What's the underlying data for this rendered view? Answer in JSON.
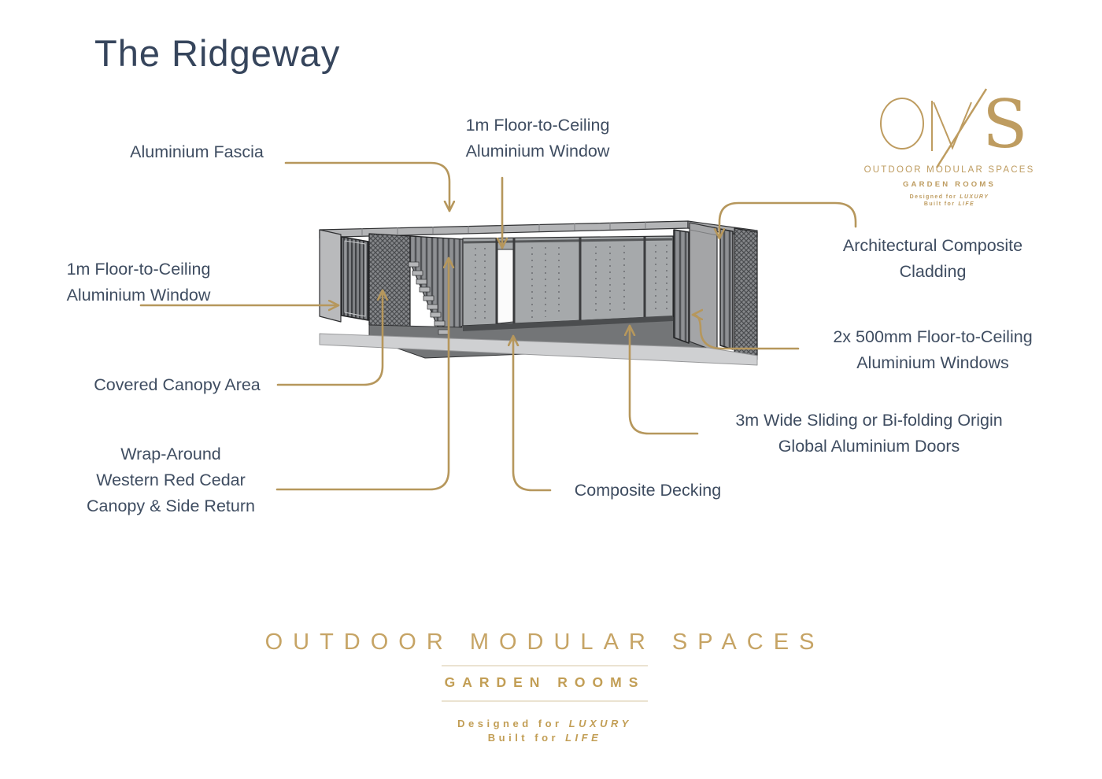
{
  "page": {
    "title": "The Ridgeway"
  },
  "logo": {
    "monogram_s": "S",
    "name": "OUTDOOR MODULAR SPACES",
    "sub": "GARDEN ROOMS",
    "tagline_line1_prefix": "Designed for",
    "tagline_line1_emphasis": "LUXURY",
    "tagline_line2_prefix": "Built for",
    "tagline_line2_emphasis": "LIFE"
  },
  "footer": {
    "name": "OUTDOOR MODULAR SPACES",
    "sub": "GARDEN ROOMS",
    "tagline_line1_prefix": "Designed for",
    "tagline_line1_emphasis": "LUXURY",
    "tagline_line2_prefix": "Built for",
    "tagline_line2_emphasis": "LIFE"
  },
  "diagram": {
    "labels": {
      "fascia": {
        "lines": [
          "Aluminium Fascia"
        ]
      },
      "window_top": {
        "lines": [
          "1m Floor-to-Ceiling",
          "Aluminium Window"
        ]
      },
      "window_left": {
        "lines": [
          "1m Floor-to-Ceiling",
          "Aluminium Window"
        ]
      },
      "canopy": {
        "lines": [
          "Covered Canopy Area"
        ]
      },
      "cedar": {
        "lines": [
          "Wrap-Around",
          "Western Red Cedar",
          "Canopy & Side Return"
        ]
      },
      "decking": {
        "lines": [
          "Composite Decking"
        ]
      },
      "doors": {
        "lines": [
          "3m Wide Sliding or Bi-folding Origin",
          "Global Aluminium Doors"
        ]
      },
      "windows_2x500": {
        "lines": [
          "2x 500mm Floor-to-Ceiling",
          "Aluminium Windows"
        ]
      },
      "cladding": {
        "lines": [
          "Architectural Composite",
          "Cladding"
        ]
      }
    }
  },
  "colors": {
    "accent_gold_leaders": "#B6975C",
    "brand_gold": "#C29E55",
    "label_navy": "#3F4D61",
    "title_navy": "#36455C",
    "rule_beige": "#EBE3D1"
  }
}
